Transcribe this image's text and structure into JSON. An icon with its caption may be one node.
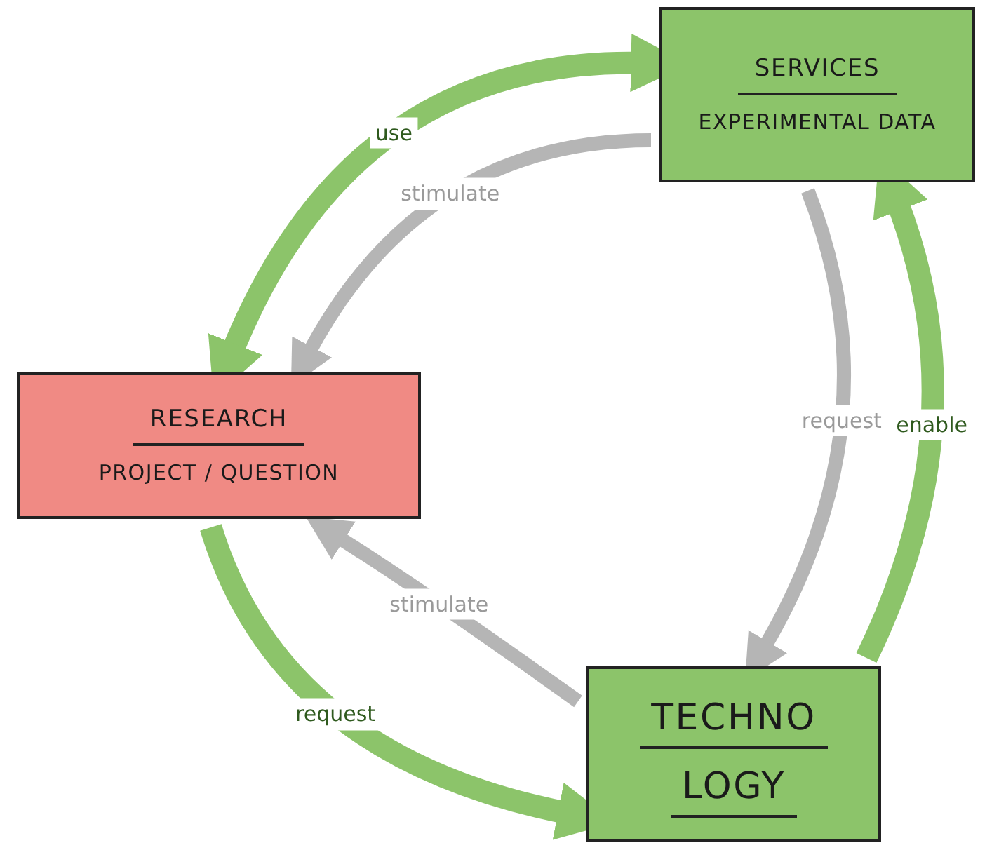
{
  "diagram": {
    "nodes": [
      {
        "text": [
          "SERVICES",
          "EXPERIMENTAL DATA"
        ]
      },
      {
        "text": [
          "RESEARCH",
          "PROJECT / QUESTION"
        ]
      },
      {
        "text": [
          "TECHNO",
          "LOGY"
        ]
      }
    ],
    "edges": [
      {
        "from": 0,
        "to": 1,
        "arrow": "both",
        "label": "use"
      },
      {
        "from": 0,
        "to": 1,
        "arrow": "to",
        "label": "stimulate",
        "color": "#b5b5b5"
      },
      {
        "from": 0,
        "to": 2,
        "arrow": "to",
        "label": "request",
        "color": "#b5b5b5"
      },
      {
        "from": 2,
        "to": 0,
        "arrow": "to",
        "label": "enable"
      },
      {
        "from": 1,
        "to": 2,
        "arrow": "to",
        "label": "request"
      },
      {
        "from": 2,
        "to": 1,
        "arrow": "to",
        "label": "stimulate",
        "color": "#b5b5b5"
      }
    ]
  }
}
